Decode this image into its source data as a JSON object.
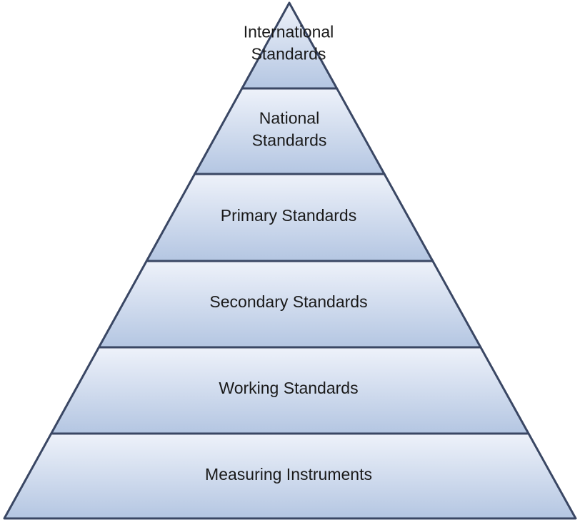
{
  "diagram": {
    "type": "pyramid",
    "colors": {
      "fill_light": "#eef2fa",
      "fill_dark": "#b4c6e2",
      "outline": "#3a4764",
      "text": "#1a1a1a"
    },
    "tiers": [
      {
        "lines": [
          "International",
          "Standards"
        ]
      },
      {
        "lines": [
          "National",
          "Standards"
        ]
      },
      {
        "lines": [
          "Primary Standards"
        ]
      },
      {
        "lines": [
          "Secondary Standards"
        ]
      },
      {
        "lines": [
          "Working Standards"
        ]
      },
      {
        "lines": [
          "Measuring Instruments"
        ]
      }
    ]
  }
}
